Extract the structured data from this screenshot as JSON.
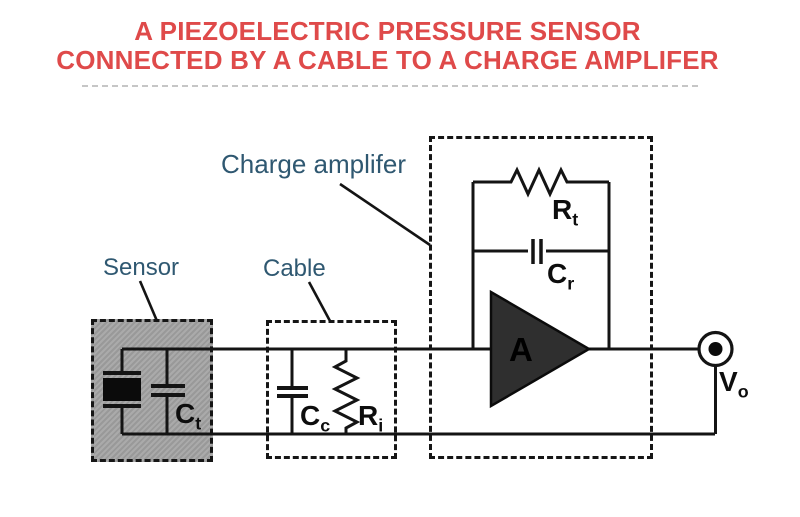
{
  "title": {
    "line1": "A PIEZOELECTRIC PRESSURE SENSOR",
    "line2": "CONNECTED BY A CABLE TO A CHARGE AMPLIFER"
  },
  "annotations": {
    "charge_amplifier": "Charge amplifer",
    "sensor": "Sensor",
    "cable": "Cable"
  },
  "components": {
    "feedback_resistor": {
      "symbol": "R",
      "subscript": "t"
    },
    "feedback_capacitor": {
      "symbol": "C",
      "subscript": "r"
    },
    "transducer_capacitance": {
      "symbol": "C",
      "subscript": "t"
    },
    "cable_capacitance": {
      "symbol": "C",
      "subscript": "c"
    },
    "input_resistance": {
      "symbol": "R",
      "subscript": "i"
    },
    "amplifier_gain": {
      "symbol": "A"
    },
    "output_voltage": {
      "symbol": "V",
      "subscript": "o"
    }
  },
  "colors": {
    "title_red": "#DF4A4A",
    "annotation_blue": "#2F5871",
    "line_black": "#141414",
    "sensor_fill_gray": "#A5A5A5",
    "amplifier_fill": "#2F2F2F"
  }
}
